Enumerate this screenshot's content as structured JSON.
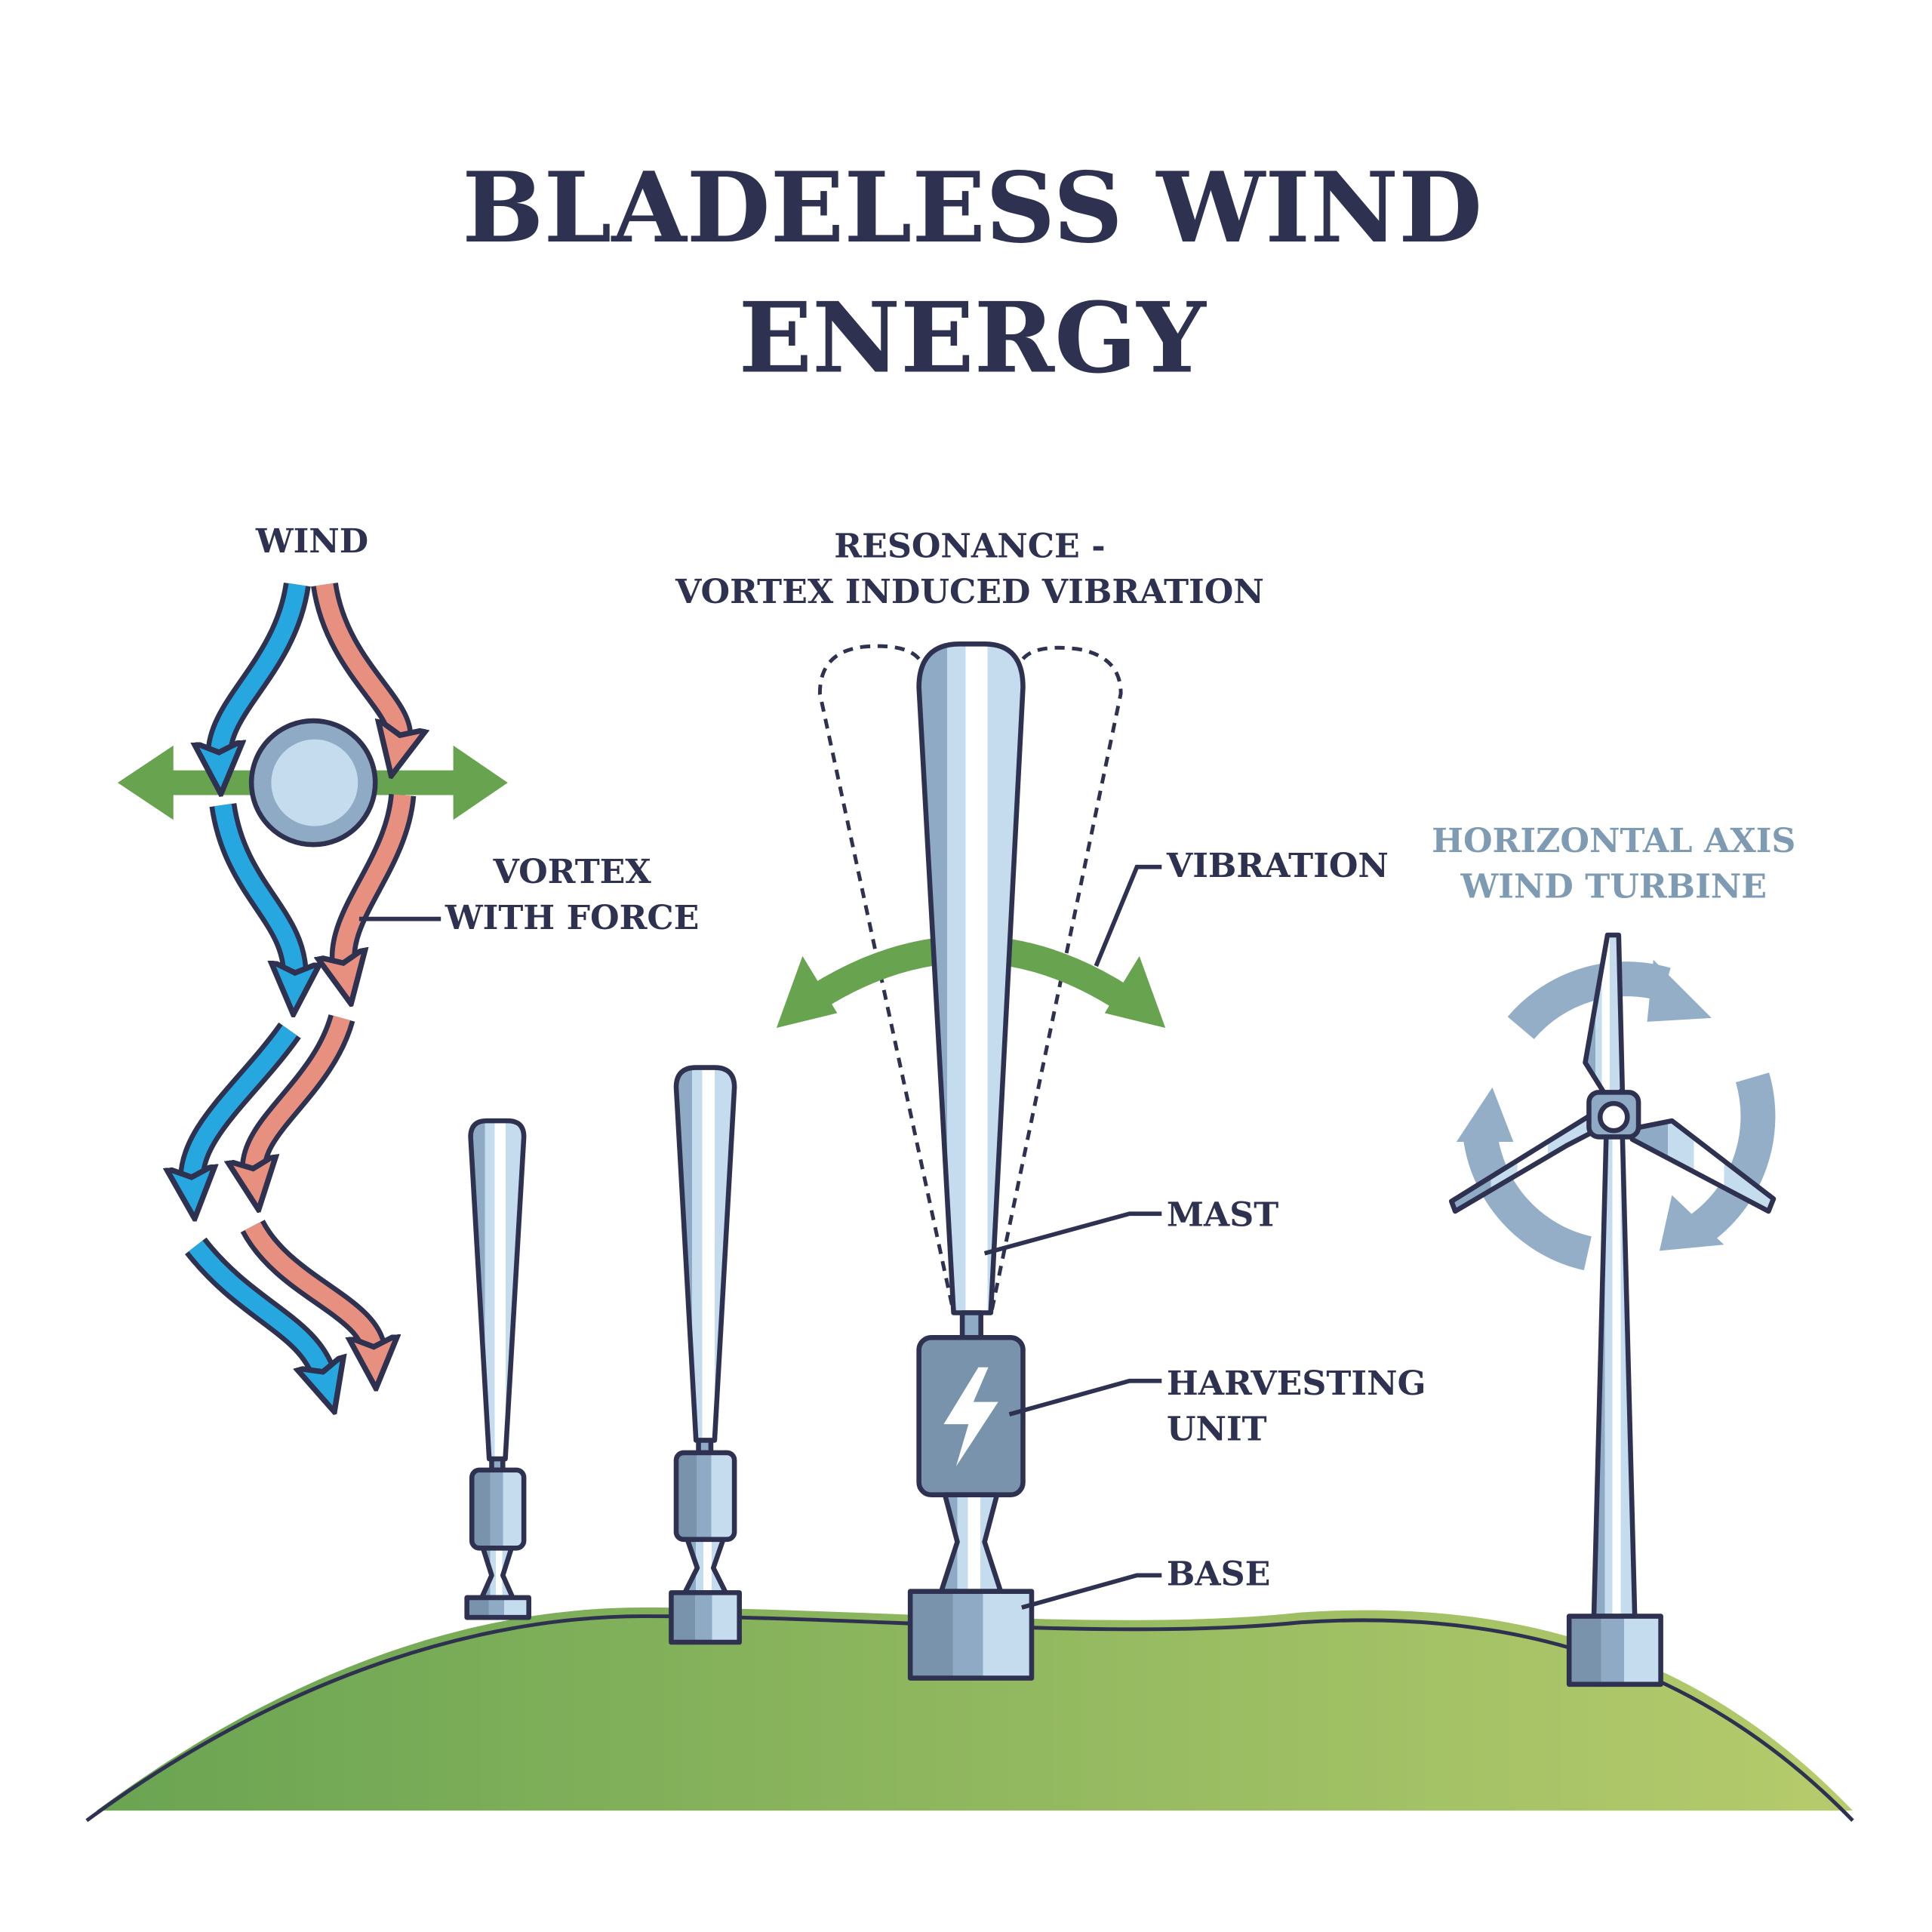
{
  "title": {
    "line1": "BLADELESS WIND",
    "line2": "ENERGY"
  },
  "labels": {
    "wind": "WIND",
    "resonance_line1": "RESONANCE -",
    "resonance_line2": "VORTEX INDUCED VIBRATION",
    "vortex_line1": "VORTEX",
    "vortex_line2": "WITH FORCE",
    "vibration": "VIBRATION",
    "mast": "MAST",
    "harvesting_line1": "HARVESTING",
    "harvesting_line2": "UNIT",
    "base": "BASE",
    "hawt_line1": "HORIZONTAL AXIS",
    "hawt_line2": "WIND TURBINE"
  },
  "colors": {
    "ink": "#2e3250",
    "green": "#68a34f",
    "wind_blue": "#27a7e0",
    "wind_salmon": "#e8907f",
    "steel": "#8faac4",
    "steel_light": "#c5dcee",
    "steel_dark": "#7893ab"
  }
}
